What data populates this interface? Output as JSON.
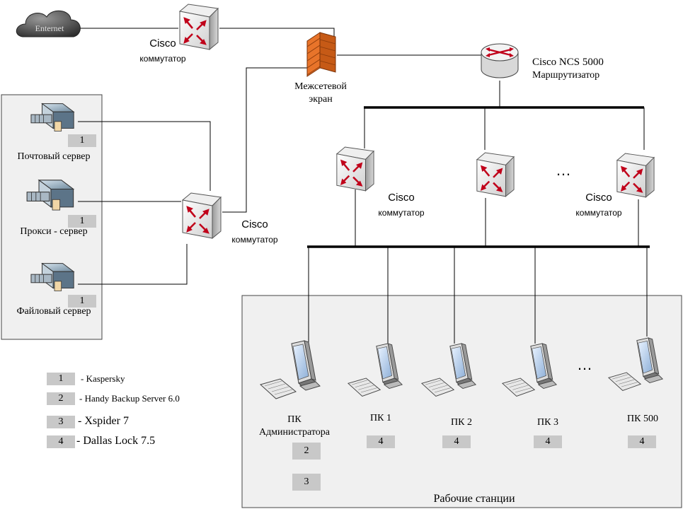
{
  "diagram": {
    "internet_label": "Enternet",
    "cisco_top": {
      "line1": "Cisco",
      "line2": "коммутатор"
    },
    "firewall": {
      "line1": "Межсетевой",
      "line2": "экран"
    },
    "router": {
      "line1": "Cisco NCS 5000",
      "line2": "Маршрутизатор"
    },
    "servers": [
      {
        "label": "Почтовый сервер",
        "badge": "1"
      },
      {
        "label": "Прокси - сервер",
        "badge": "1"
      },
      {
        "label": "Файловый сервер",
        "badge": "1"
      }
    ],
    "cisco_left": {
      "line1": "Cisco",
      "line2": "коммутатор"
    },
    "cisco_mid1": {
      "line1": "Cisco",
      "line2": "коммутатор"
    },
    "cisco_mid3": {
      "line1": "Cisco",
      "line2": "коммутатор"
    },
    "ellipsis": "…",
    "workstations_title": "Рабочие станции",
    "workstations": [
      {
        "line1": "ПК",
        "line2": "Администратора",
        "badges": [
          "2",
          "3"
        ]
      },
      {
        "line1": "ПК 1",
        "badges": [
          "4"
        ]
      },
      {
        "line1": "ПК 2",
        "badges": [
          "4"
        ]
      },
      {
        "line1": "ПК 3",
        "badges": [
          "4"
        ]
      },
      {
        "line1": "ПК 500",
        "badges": [
          "4"
        ]
      }
    ]
  },
  "legend": [
    {
      "num": "1",
      "text": "- Kaspersky"
    },
    {
      "num": "2",
      "text": "- Handy Backup Server 6.0"
    },
    {
      "num": "3",
      "text": "- Xspider 7"
    },
    {
      "num": "4",
      "text": "- Dallas Lock 7.5"
    }
  ],
  "colors": {
    "badge": "#c8c8c8",
    "panel": "#f0f0f0",
    "arrow": "#c0001a",
    "firewall": "#e8742a"
  }
}
